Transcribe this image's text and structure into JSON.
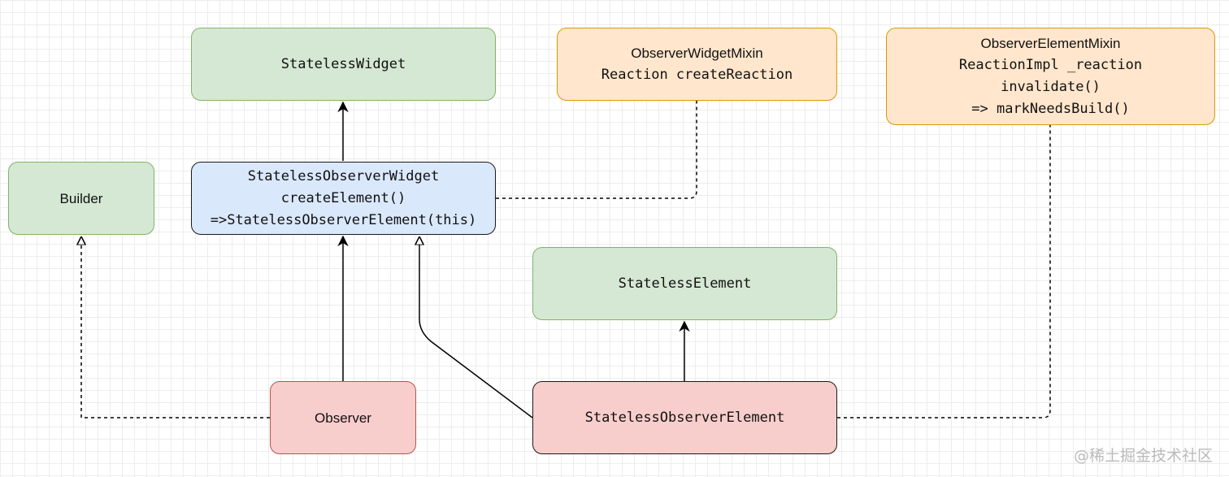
{
  "nodes": {
    "stateless_widget": {
      "lines": [
        "StatelessWidget"
      ]
    },
    "observer_widget_mixin": {
      "lines": [
        "ObserverWidgetMixin",
        "Reaction createReaction"
      ]
    },
    "observer_element_mixin": {
      "lines": [
        "ObserverElementMixin",
        "ReactionImpl _reaction",
        "invalidate()",
        "=> markNeedsBuild()"
      ]
    },
    "builder": {
      "lines": [
        "Builder"
      ]
    },
    "stateless_observer_widget": {
      "lines": [
        "StatelessObserverWidget",
        "createElement()",
        "=>StatelessObserverElement(this)"
      ]
    },
    "stateless_element": {
      "lines": [
        "StatelessElement"
      ]
    },
    "observer": {
      "lines": [
        "Observer"
      ]
    },
    "stateless_observer_element": {
      "lines": [
        "StatelessObserverElement"
      ]
    }
  },
  "edges": [
    {
      "from": "stateless_observer_widget",
      "to": "stateless_widget",
      "kind": "extends"
    },
    {
      "from": "observer",
      "to": "stateless_observer_widget",
      "kind": "extends"
    },
    {
      "from": "observer",
      "to": "builder",
      "kind": "implements"
    },
    {
      "from": "stateless_observer_element",
      "to": "stateless_observer_widget",
      "kind": "association"
    },
    {
      "from": "stateless_observer_element",
      "to": "stateless_element",
      "kind": "extends"
    },
    {
      "from": "stateless_observer_widget",
      "to": "observer_widget_mixin",
      "kind": "mixin"
    },
    {
      "from": "stateless_observer_element",
      "to": "observer_element_mixin",
      "kind": "mixin"
    }
  ],
  "watermark": "@稀土掘金技术社区",
  "colors": {
    "green_fill": "#d5e8d4",
    "green_stroke": "#82b366",
    "orange_fill": "#ffe6cc",
    "orange_stroke": "#d79b00",
    "blue_fill": "#dae8fc",
    "red_fill": "#f8cecc",
    "red_stroke": "#b85450"
  }
}
